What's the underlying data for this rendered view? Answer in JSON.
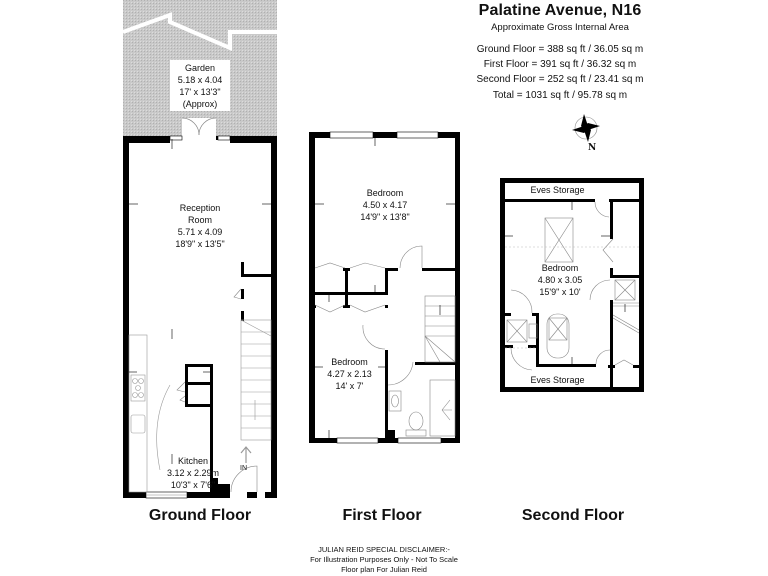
{
  "header": {
    "title": "Palatine Avenue, N16",
    "subtitle": "Approximate Gross Internal Area",
    "areas": [
      {
        "floor": "Ground Floor",
        "text": "Ground Floor = 388 sq ft / 36.05 sq m"
      },
      {
        "floor": "First Floor",
        "text": "First Floor = 391 sq ft / 36.32 sq m"
      },
      {
        "floor": "Second Floor",
        "text": "Second Floor = 252 sq ft / 23.41 sq m"
      }
    ],
    "total": "Total = 1031 sq ft / 95.78 sq m"
  },
  "compass": {
    "icon": "compass-rose-icon",
    "label": "N"
  },
  "floors": {
    "ground": {
      "label": "Ground Floor",
      "rooms": {
        "garden": {
          "name": "Garden",
          "metric": "5.18 x 4.04",
          "imperial": "17' x 13'3\"",
          "note": "(Approx)"
        },
        "reception": {
          "name": "Reception",
          "name2": "Room",
          "metric": "5.71 x 4.09",
          "imperial": "18'9\" x 13'5\""
        },
        "kitchen": {
          "name": "Kitchen",
          "metric": "3.12 x 2.29m",
          "imperial": "10'3\" x 7'6\""
        }
      },
      "entrance_label": "IN"
    },
    "first": {
      "label": "First Floor",
      "rooms": {
        "bedroom1": {
          "name": "Bedroom",
          "metric": "4.50 x 4.17",
          "imperial": "14'9\" x 13'8\""
        },
        "bedroom2": {
          "name": "Bedroom",
          "metric": "4.27 x 2.13",
          "imperial": "14' x 7'"
        }
      }
    },
    "second": {
      "label": "Second Floor",
      "rooms": {
        "eves_top": {
          "name": "Eves Storage"
        },
        "bedroom": {
          "name": "Bedroom",
          "metric": "4.80 x 3.05",
          "imperial": "15'9\" x 10'"
        },
        "eves_bottom": {
          "name": "Eves Storage"
        }
      }
    }
  },
  "disclaimer": {
    "line1": "JULIAN REID SPECIAL DISCLAIMER:-",
    "line2": "For Illustration Purposes Only - Not To Scale",
    "line3": "Floor plan For Julian Reid"
  },
  "colors": {
    "wall": "#000000",
    "garden_fill": "#c8c8c8",
    "fixture": "#888888"
  }
}
